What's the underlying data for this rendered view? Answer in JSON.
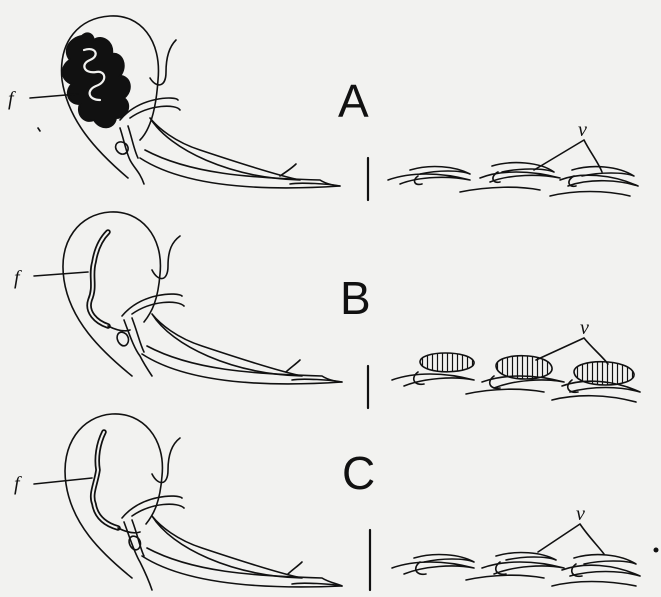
{
  "panels": [
    {
      "letter": "A",
      "fiber_label": "f",
      "valve_label": "v"
    },
    {
      "letter": "B",
      "fiber_label": "f",
      "valve_label": "v"
    },
    {
      "letter": "C",
      "fiber_label": "f",
      "valve_label": "v"
    }
  ],
  "colors": {
    "ink": "#111111",
    "paper": "#f2f2f0"
  }
}
